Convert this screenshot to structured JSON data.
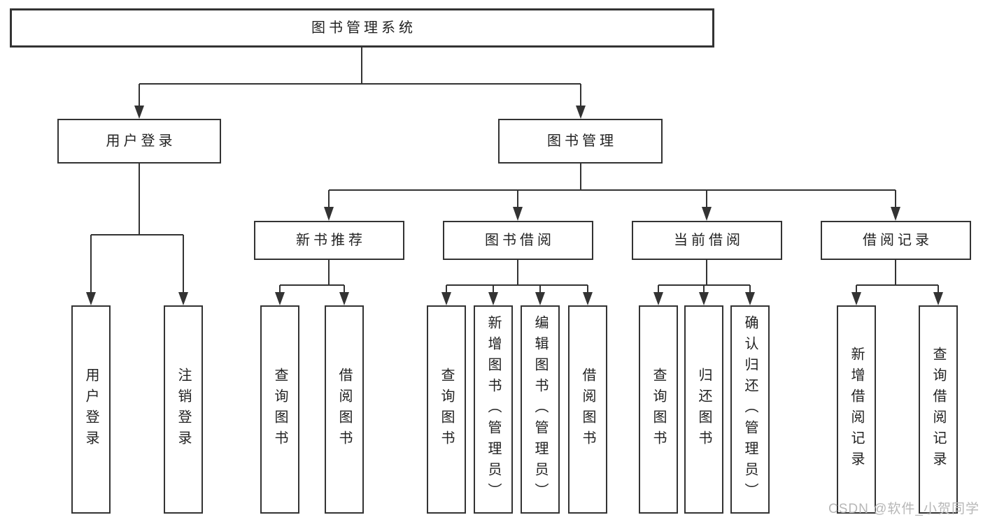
{
  "diagram": {
    "type": "tree",
    "nodes": {
      "root": "图书管理系统",
      "l2": [
        "用户登录",
        "图书管理"
      ],
      "l3": [
        "新书推荐",
        "图书借阅",
        "当前借阅",
        "借阅记录"
      ],
      "leaf": [
        "用户登录",
        "注销登录",
        "查询图书",
        "借阅图书",
        "查询图书",
        "新增图书（管理员）",
        "编辑图书（管理员）",
        "借阅图书",
        "查询图书",
        "归还图书",
        "确认归还（管理员）",
        "新增借阅记录",
        "查询借阅记录"
      ]
    },
    "edges": [
      {
        "from": "图书管理系统",
        "to": [
          "用户登录",
          "图书管理"
        ]
      },
      {
        "from": "用户登录",
        "to": [
          "用户登录",
          "注销登录"
        ]
      },
      {
        "from": "图书管理",
        "to": [
          "新书推荐",
          "图书借阅",
          "当前借阅",
          "借阅记录"
        ]
      },
      {
        "from": "新书推荐",
        "to": [
          "查询图书",
          "借阅图书"
        ]
      },
      {
        "from": "图书借阅",
        "to": [
          "查询图书",
          "新增图书（管理员）",
          "编辑图书（管理员）",
          "借阅图书"
        ]
      },
      {
        "from": "当前借阅",
        "to": [
          "查询图书",
          "归还图书",
          "确认归还（管理员）"
        ]
      },
      {
        "from": "借阅记录",
        "to": [
          "新增借阅记录",
          "查询借阅记录"
        ]
      }
    ],
    "colors": {
      "line": "#333333",
      "box_border": "#333333",
      "box_fill": "#ffffff",
      "text": "#222222",
      "background": "#ffffff",
      "watermark": "#b7b7b7"
    }
  },
  "watermark": {
    "text": "CSDN @软件_小贺同学"
  }
}
